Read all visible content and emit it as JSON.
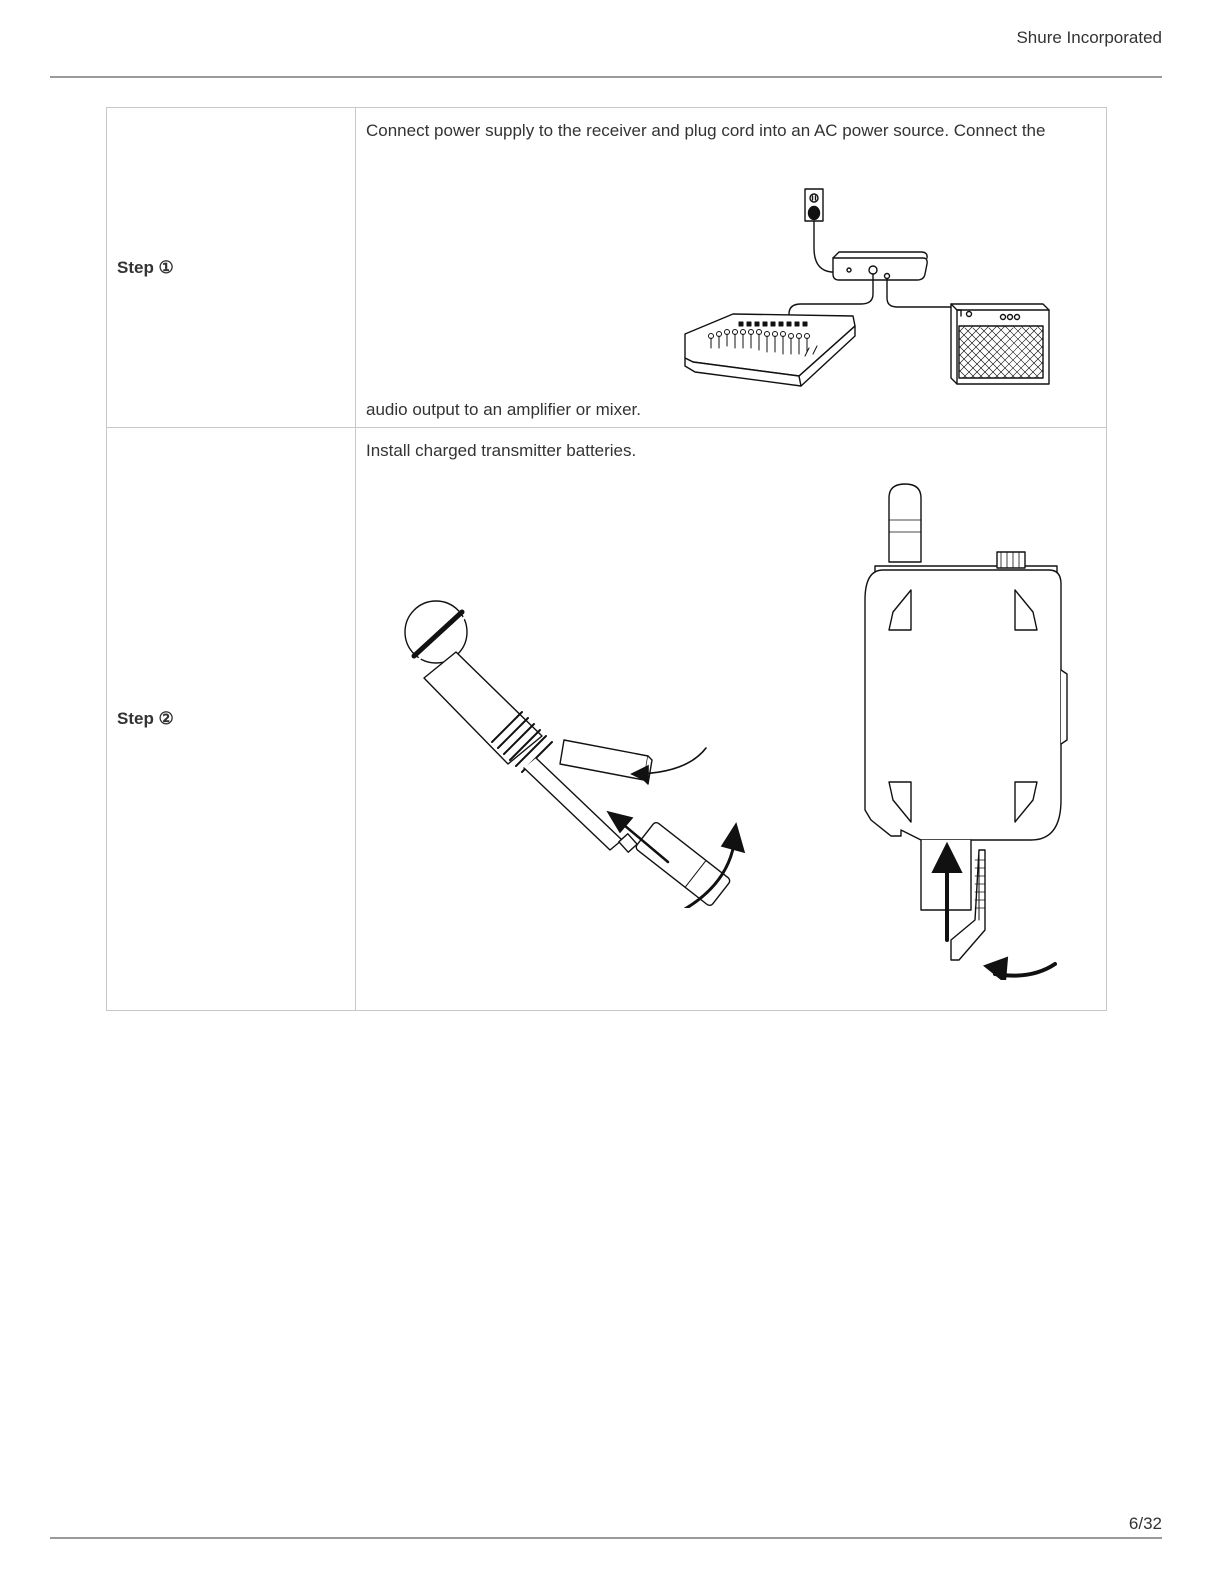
{
  "header": {
    "company": "Shure Incorporated"
  },
  "steps": [
    {
      "label": "Step ①",
      "text_top": "Connect power supply to the receiver and plug cord into an AC power source. Connect the",
      "text_bottom": "audio output to an amplifier or mixer."
    },
    {
      "label": "Step ②",
      "text_top": "Install charged transmitter batteries."
    }
  ],
  "footer": {
    "page": "6/32"
  }
}
